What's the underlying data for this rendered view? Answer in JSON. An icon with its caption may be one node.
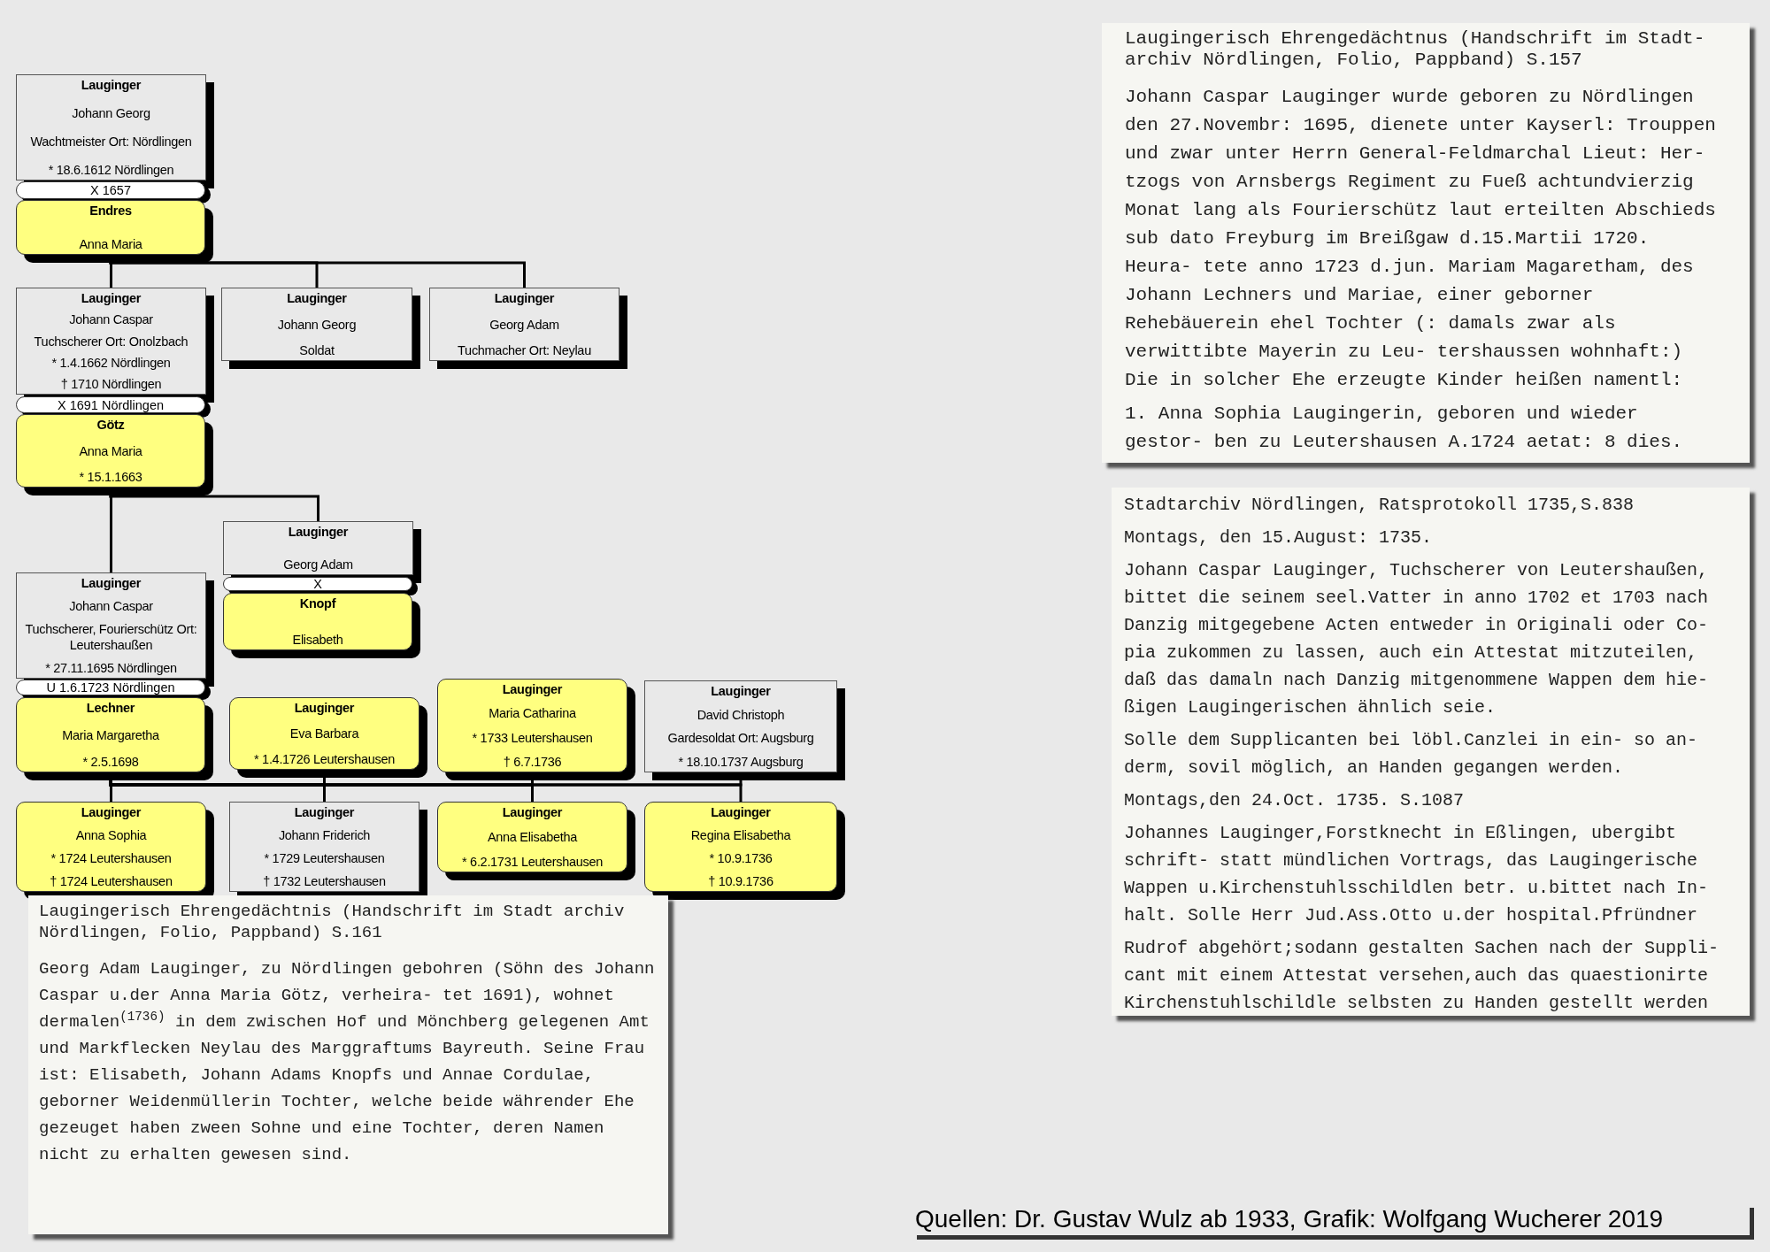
{
  "diagram": {
    "nodes": [
      {
        "text": [
          "Lauginger",
          "Johann Georg",
          "Wachtmeister Ort: Nördlingen",
          "* 18.6.1612 Nördlingen"
        ]
      },
      {
        "text": [
          "X 1657"
        ]
      },
      {
        "text": [
          "Endres",
          "Anna Maria"
        ]
      },
      {
        "text": [
          "Lauginger",
          "Johann Caspar",
          "Tuchscherer Ort: Onolzbach",
          "* 1.4.1662 Nördlingen",
          "† 1710 Nördlingen"
        ]
      },
      {
        "text": [
          "Lauginger",
          "Johann Georg",
          "Soldat"
        ]
      },
      {
        "text": [
          "Lauginger",
          "Georg Adam",
          "Tuchmacher Ort: Neylau"
        ]
      },
      {
        "text": [
          "X 1691 Nördlingen"
        ]
      },
      {
        "text": [
          "Götz",
          "Anna Maria",
          "* 15.1.1663"
        ]
      },
      {
        "text": [
          "Lauginger",
          "Johann Caspar",
          "Tuchscherer, Fourierschütz Ort: Leutershaußen",
          "* 27.11.1695 Nördlingen"
        ]
      },
      {
        "text": [
          "Lauginger",
          "Georg Adam"
        ]
      },
      {
        "text": [
          "X"
        ]
      },
      {
        "text": [
          "Knopf",
          "Elisabeth"
        ]
      },
      {
        "text": [
          "U 1.6.1723 Nördlingen"
        ]
      },
      {
        "text": [
          "Lechner",
          "Maria Margaretha",
          "* 2.5.1698"
        ]
      },
      {
        "text": [
          "Lauginger",
          "Eva Barbara",
          "* 1.4.1726 Leutershausen"
        ]
      },
      {
        "text": [
          "Lauginger",
          "Maria Catharina",
          "* 1733 Leutershausen",
          "† 6.7.1736"
        ]
      },
      {
        "text": [
          "Lauginger",
          "David Christoph",
          "Gardesoldat Ort: Augsburg",
          "* 18.10.1737 Augsburg"
        ]
      },
      {
        "text": [
          "Lauginger",
          "Anna Sophia",
          "* 1724 Leutershausen",
          "† 1724 Leutershausen"
        ]
      },
      {
        "text": [
          "Lauginger",
          "Johann Friderich",
          "* 1729 Leutershausen",
          "† 1732 Leutershausen"
        ]
      },
      {
        "text": [
          "Lauginger",
          "Anna Elisabetha",
          "* 6.2.1731 Leutershausen"
        ]
      },
      {
        "text": [
          "Lauginger",
          "Regina Elisabetha",
          "* 10.9.1736",
          "† 10.9.1736"
        ]
      },
      {
        "text": [
          "Laugingerisch Ehrengedächtnus (Handschrift im Stadt- archiv Nördlingen, Folio, Pappband) S.157",
          "Johann Caspar Lauginger wurde geboren zu Nördlingen den 27.Novembr: 1695, dienete unter Kayserl: Trouppen und zwar unter Herrn General-Feldmarchal Lieut: Her- tzogs von Arnsbergs Regiment zu Fueß achtundvierzig Monat lang als Fourierschütz laut erteilten Abschieds sub dato Freyburg im Breißgaw d.15.Martii 1720. Heura- tete anno 1723 d.jun. Mariam Magaretham, des Johann Lechners und Mariae, einer geborner Rehebäuerein ehel Tochter (: damals zwar als verwittibte Mayerin zu Leu- tershaussen wohnhaft:) Die in solcher Ehe erzeugte Kinder heißen namentl:",
          "1. Anna Sophia Laugingerin, geboren und wieder gestor- ben zu Leutershausen A.1724 aetat: 8 dies."
        ]
      },
      {
        "text": [
          "Stadtarchiv Nördlingen, Ratsprotokoll 1735,S.838",
          "Montags, den 15.August: 1735.",
          "Johann Caspar Lauginger, Tuchscherer von Leutershaußen, bittet die seinem seel.Vatter in anno 1702 et 1703 nach Danzig mitgegebene Acten entweder in Originali oder Co- pia zukommen zu lassen, auch ein Attestat mitzuteilen, daß das damaln nach Danzig mitgenommene Wappen dem hie- ßigen Laugingerischen ähnlich seie.",
          "Solle dem Supplicanten bei löbl.Canzlei in ein- so an- derm, sovil möglich, an Handen gegangen werden.",
          "Montags,den 24.Oct. 1735. S.1087",
          "Johannes Lauginger,Forstknecht in Eßlingen, ubergibt schrift- statt mündlichen Vortrags, das Laugingerische Wappen u.Kirchenstuhlsschildlen betr. u.bittet nach In- halt. Solle Herr Jud.Ass.Otto u.der hospital.Pfründner",
          "Rudrof abgehört;sodann gestalten Sachen nach der Suppli- cant mit einem Attestat versehen,auch das quaestionirte Kirchenstuhlschildle selbsten zu Handen gestellt werden"
        ]
      },
      {
        "text": [
          "Laugingerisch Ehrengedächtnis (Handschrift im Stadt archiv Nördlingen, Folio, Pappband) S.161",
          "Georg Adam Lauginger, zu Nördlingen gebohren (Söhn des Johann Caspar u.der Anna Maria Götz, verheira- tet 1691), wohnet dermalen$^{(1736)}$ in dem zwischen Hof und Mönchberg gelegenen Amt und Markflecken Neylau des Marggraftums Bayreuth. Seine Frau ist: Elisabeth, Johann Adams Knopfs und Annae Cordulae, geborner Weidenmüllerin Tochter, welche beide währender Ehe gezeuget haben zween Sohne und eine Tochter, deren Namen nicht zu erhalten gewesen sind."
        ]
      }
    ],
    "edges": [
      {
        "from": 2,
        "to": 3,
        "arrow": "none"
      },
      {
        "from": 2,
        "to": 4,
        "arrow": "none"
      },
      {
        "from": 2,
        "to": 5,
        "arrow": "none"
      },
      {
        "from": 7,
        "to": 8,
        "arrow": "none"
      },
      {
        "from": 7,
        "to": 9,
        "arrow": "none"
      },
      {
        "from": 13,
        "to": 14,
        "arrow": "none"
      },
      {
        "from": 13,
        "to": 15,
        "arrow": "none"
      },
      {
        "from": 13,
        "to": 16,
        "arrow": "none"
      },
      {
        "from": 13,
        "to": 17,
        "arrow": "none"
      },
      {
        "from": 13,
        "to": 18,
        "arrow": "none"
      },
      {
        "from": 13,
        "to": 19,
        "arrow": "none"
      },
      {
        "from": 13,
        "to": 20,
        "arrow": "none"
      }
    ],
    "labels": [
      "Quellen: Dr. Gustav Wulz ab 1933, Grafik: Wolfgang Wucherer 2019"
    ]
  }
}
